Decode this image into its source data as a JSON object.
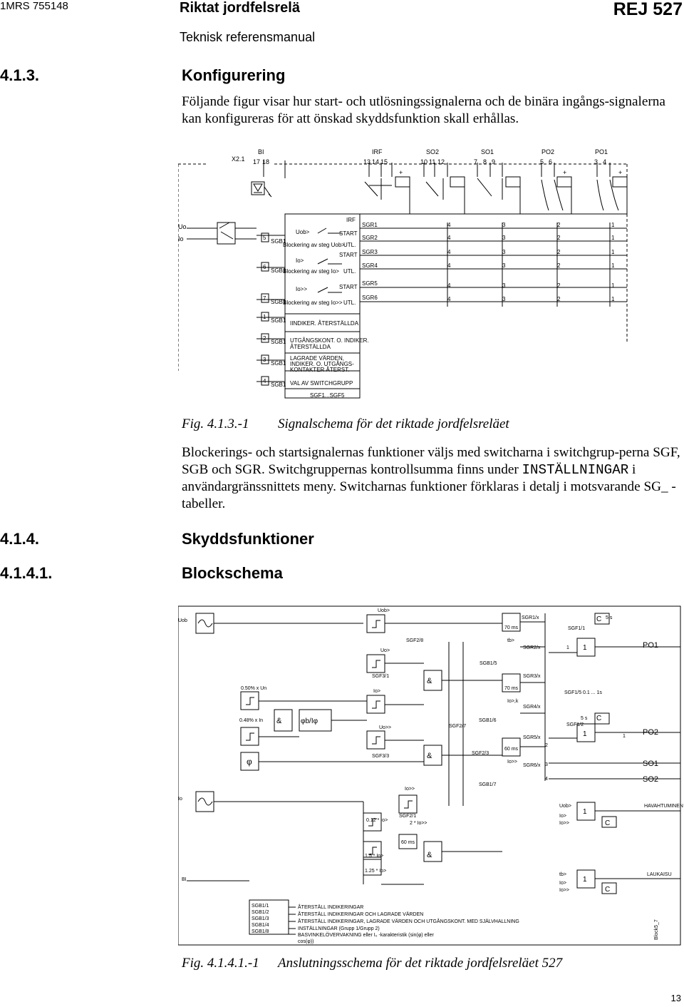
{
  "header": {
    "doc_number": "1MRS 755148",
    "title": "Riktat jordfelsrelä",
    "product": "REJ 527",
    "subtitle": "Teknisk referensmanual"
  },
  "section_4_1_3": {
    "number": "4.1.3.",
    "title": "Konfigurering",
    "intro": "Följande figur visar hur start- och utlösningssignalerna och de binära ingångs-signalerna kan konfigureras för att önskad skyddsfunktion skall erhållas."
  },
  "figure1": {
    "ids": {
      "x21": "X2.1",
      "bi": "BI",
      "irf": "IRF",
      "so2": "SO2",
      "so1": "SO1",
      "po2": "PO2",
      "po1": "PO1"
    },
    "terminals": [
      "17",
      "18",
      "13",
      "14",
      "15",
      "10",
      "11",
      "12",
      "7",
      "8",
      "9",
      "5",
      "6",
      "3",
      "4"
    ],
    "plus": "+",
    "inputs": {
      "uo": "Uo",
      "io": "Io"
    },
    "sgb_rows": [
      {
        "num": "5",
        "label": "SGB1"
      },
      {
        "num": "6",
        "label": "SGB1"
      },
      {
        "num": "7",
        "label": "SGB1"
      },
      {
        "num": "1",
        "label": "SGB1"
      },
      {
        "num": "2",
        "label": "SGB1"
      },
      {
        "num": "3",
        "label": "SGB1"
      },
      {
        "num": "4",
        "label": "SGB1"
      }
    ],
    "blocks": {
      "irf": "IRF",
      "uob": "Uob>",
      "start": "START",
      "block_uob": "Blockering av steg Uob>",
      "utl": "UTL.",
      "io": "Io>",
      "block_io": "Blockering av steg Io>",
      "io2": "Io>>",
      "block_io2": "Blockering av steg Io>>",
      "indiker": "IINDIKER.  ÅTERSTÄLLDA",
      "utgang1": "UTGÅNGSKONT. O. INDIKER.",
      "utgang2": "ÅTERSTÄLLDA",
      "lagrade1": "LAGRADE  VÄRDEN,",
      "lagrade2": "INDIKER. O. UTGÅNGS-",
      "lagrade3": "KONTAKTER ÅTERST.",
      "val": "VAL  AV SWITCHGRUPP",
      "sgf": "SGF1...SGF5"
    },
    "sgr": [
      "SGR1",
      "SGR2",
      "SGR3",
      "SGR4",
      "SGR5",
      "SGR6"
    ],
    "matrix_nums": [
      "4",
      "3",
      "2",
      "1"
    ]
  },
  "figure1_caption": {
    "label": "Fig. 4.1.3.-1",
    "text": "Signalschema för det riktade jordfelsreläet"
  },
  "paragraph2": {
    "before": "Blockerings- och startsignalernas funktioner väljs med switcharna i switchgrup-perna SGF, SGB och SGR. Switchgruppernas kontrollsumma finns under ",
    "menu": "INSTÄLLNINGAR",
    "after": " i användargränssnittets meny. Switcharnas funktioner förklaras i detalj i motsvarande SG_ -tabeller."
  },
  "section_4_1_4": {
    "number": "4.1.4.",
    "title": "Skyddsfunktioner"
  },
  "section_4_1_4_1": {
    "number": "4.1.4.1.",
    "title": "Blockschema"
  },
  "figure2": {
    "inputs": {
      "uob": "Uob",
      "io": "Io",
      "bi": "BI"
    },
    "labels": {
      "uob_gt": "Uob>",
      "sgr1x": "SGR1/x",
      "ms70a": "70 ms",
      "c": "C",
      "s5": "5 s",
      "sgf11": "SGF1/1",
      "sgf28": "SGF2/8",
      "tb": "tb>",
      "uo_gt": "Uo>",
      "sgr2x": "SGR2/x",
      "one": "1",
      "po1": "PO1",
      "sgb15": "SGB1/5",
      "sgf31": "SGF3/1",
      "amp": "&",
      "sgr3x": "SGR3/x",
      "pct50": "0.50% x Un",
      "io_gt": "Io>",
      "ms70b": "70 ms",
      "sgf15": "SGF1/5",
      "range": "0.1 ... 1s",
      "iok": "Io>,k",
      "sgr4x": "SGR4/x",
      "pct48": "0.48% x In",
      "phi_ratio": "φb/Iφ",
      "sgf27": "SGF2/7",
      "sgb16": "SGB1/6",
      "sgf12": "SGF1/2",
      "uoo": "Uo>>",
      "sgr5x": "SGR5/x",
      "po2": "PO2",
      "two": "2",
      "phi": "φ",
      "sgf33": "SGF3/3",
      "sgf23": "SGF2/3",
      "ms60a": "60 ms",
      "ioo": "Io>>",
      "sgr6x": "SGR6/x",
      "three": "3",
      "so1": "SO1",
      "sgb17": "SGB1/7",
      "four": "4",
      "so2": "SO2",
      "ioo2": "Io>>",
      "uob_gt2": "Uob>",
      "io_gt2": "Io>",
      "ioo3": "Io>>",
      "havarit": "HAVAHTUMINEN",
      "x012": "0.12 * Io>",
      "sgf21": "SGF2/1",
      "x2": "2 * Io>>",
      "ms60b": "60 ms",
      "x15": "1.5 * Io>",
      "x125": "1.25 * Io>",
      "tb2": "tb>",
      "io_gt3": "Io>",
      "ioo4": "Io>>",
      "laukaisu": "LAUKAISU",
      "block_id": "Block5_7"
    },
    "legend": [
      {
        "sgb": "SGB1/1",
        "text": "ÅTERSTÄLL INDIKERINGAR"
      },
      {
        "sgb": "SGB1/2",
        "text": "ÅTERSTÄLL INDIKERINGAR OCH LAGRADE VÄRDEN"
      },
      {
        "sgb": "SGB1/3",
        "text": "ÅTERSTÄLL INDIKERINGAR, LAGRADE VÄRDEN OCH UTGÅNGSKONT. MED SJÄLVHALLNING"
      },
      {
        "sgb": "SGB1/4",
        "text": "INSTÄLLNINGAR (Grupp 1/Grupp 2)"
      },
      {
        "sgb": "SGB1/8",
        "text": "BASVINKELÖVERVAKNING  eller I₀ -karakteristik (sin(φ) eller"
      }
    ],
    "legend_cont": "cos(φ))"
  },
  "figure2_caption": {
    "label": "Fig. 4.1.4.1.-1",
    "text": "Anslutningsschema för det riktade jordfelsreläet 527"
  },
  "page_number": "13"
}
